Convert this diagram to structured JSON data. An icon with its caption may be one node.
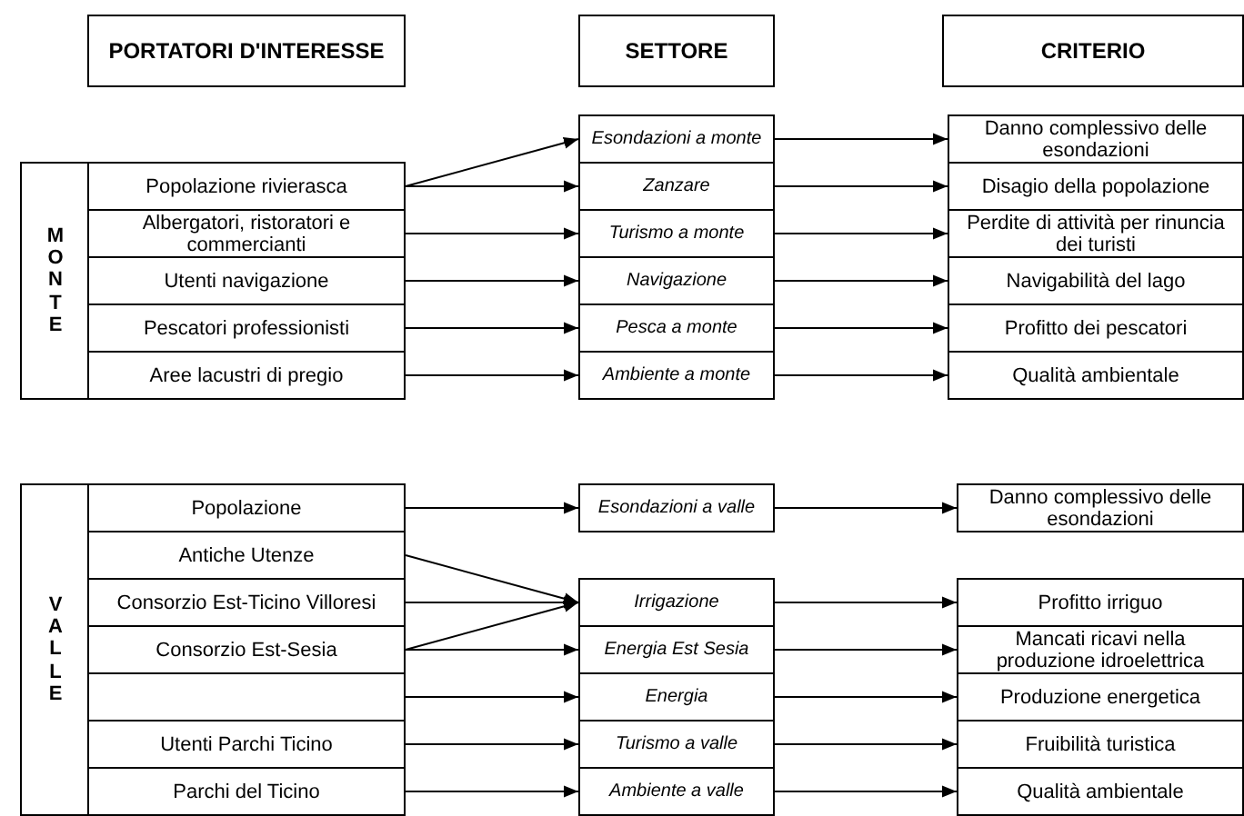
{
  "diagram": {
    "nodes": [
      {
        "text": [
          "PORTATORI D'INTERESSE"
        ]
      },
      {
        "text": [
          "SETTORE"
        ]
      },
      {
        "text": [
          "CRITERIO"
        ]
      },
      {
        "text": [
          "MONTE"
        ]
      },
      {
        "text": [
          "Popolazione rivierasca"
        ],
        "in": 3
      },
      {
        "text": [
          "Albergatori, ristoratori e commercianti"
        ],
        "in": 3
      },
      {
        "text": [
          "Utenti navigazione"
        ],
        "in": 3
      },
      {
        "text": [
          "Pescatori professionisti"
        ],
        "in": 3
      },
      {
        "text": [
          "Aree lacustri di pregio"
        ],
        "in": 3
      },
      {
        "text": [
          "Esondazioni a monte"
        ]
      },
      {
        "text": [
          "Zanzare"
        ]
      },
      {
        "text": [
          "Turismo a monte"
        ]
      },
      {
        "text": [
          "Navigazione"
        ]
      },
      {
        "text": [
          "Pesca a monte"
        ]
      },
      {
        "text": [
          "Ambiente a monte"
        ]
      },
      {
        "text": [
          "Danno complessivo delle esondazioni"
        ]
      },
      {
        "text": [
          "Disagio della popolazione"
        ]
      },
      {
        "text": [
          "Perdite di attività per rinuncia dei turisti"
        ]
      },
      {
        "text": [
          "Navigabilità del lago"
        ]
      },
      {
        "text": [
          "Profitto dei pescatori"
        ]
      },
      {
        "text": [
          "Qualità ambientale"
        ]
      },
      {
        "text": [
          "VALLE"
        ]
      },
      {
        "text": [
          "Popolazione"
        ],
        "in": 21
      },
      {
        "text": [
          "Antiche Utenze"
        ],
        "in": 21
      },
      {
        "text": [
          "Consorzio Est-Ticino Villoresi"
        ],
        "in": 21
      },
      {
        "text": [
          "Consorzio Est-Sesia"
        ],
        "in": 21
      },
      {
        "text": [],
        "shape": "box",
        "in": 21
      },
      {
        "text": [
          "Utenti Parchi Ticino"
        ],
        "in": 21
      },
      {
        "text": [
          "Parchi del Ticino"
        ],
        "in": 21
      },
      {
        "text": [
          "Esondazioni a valle"
        ]
      },
      {
        "text": [
          "Irrigazione"
        ]
      },
      {
        "text": [
          "Energia Est Sesia"
        ]
      },
      {
        "text": [
          "Energia"
        ]
      },
      {
        "text": [
          "Turismo a valle"
        ]
      },
      {
        "text": [
          "Ambiente a valle"
        ]
      },
      {
        "text": [
          "Danno complessivo delle esondazioni"
        ]
      },
      {
        "text": [
          "Profitto irriguo"
        ]
      },
      {
        "text": [
          "Mancati ricavi nella produzione idroelettrica"
        ]
      },
      {
        "text": [
          "Produzione energetica"
        ]
      },
      {
        "text": [
          "Fruibilità turistica"
        ]
      },
      {
        "text": [
          "Qualità ambientale"
        ]
      }
    ],
    "edges": [
      {
        "from": 4,
        "to": 9,
        "arrow": "to"
      },
      {
        "from": 4,
        "to": 10,
        "arrow": "to"
      },
      {
        "from": 5,
        "to": 11,
        "arrow": "to"
      },
      {
        "from": 6,
        "to": 12,
        "arrow": "to"
      },
      {
        "from": 7,
        "to": 13,
        "arrow": "to"
      },
      {
        "from": 8,
        "to": 14,
        "arrow": "to"
      },
      {
        "from": 9,
        "to": 15,
        "arrow": "to"
      },
      {
        "from": 10,
        "to": 16,
        "arrow": "to"
      },
      {
        "from": 11,
        "to": 17,
        "arrow": "to"
      },
      {
        "from": 12,
        "to": 18,
        "arrow": "to"
      },
      {
        "from": 13,
        "to": 19,
        "arrow": "to"
      },
      {
        "from": 14,
        "to": 20,
        "arrow": "to"
      },
      {
        "from": 22,
        "to": 29,
        "arrow": "to"
      },
      {
        "from": 23,
        "to": 30,
        "arrow": "to"
      },
      {
        "from": 24,
        "to": 30,
        "arrow": "to"
      },
      {
        "from": 25,
        "to": 30,
        "arrow": "to"
      },
      {
        "from": 25,
        "to": 31,
        "arrow": "to"
      },
      {
        "from": 26,
        "to": 32,
        "arrow": "to"
      },
      {
        "from": 27,
        "to": 33,
        "arrow": "to"
      },
      {
        "from": 28,
        "to": 34,
        "arrow": "to"
      },
      {
        "from": 29,
        "to": 35,
        "arrow": "to"
      },
      {
        "from": 30,
        "to": 36,
        "arrow": "to"
      },
      {
        "from": 31,
        "to": 37,
        "arrow": "to"
      },
      {
        "from": 32,
        "to": 38,
        "arrow": "to"
      },
      {
        "from": 33,
        "to": 39,
        "arrow": "to"
      },
      {
        "from": 34,
        "to": 40,
        "arrow": "to"
      }
    ]
  }
}
